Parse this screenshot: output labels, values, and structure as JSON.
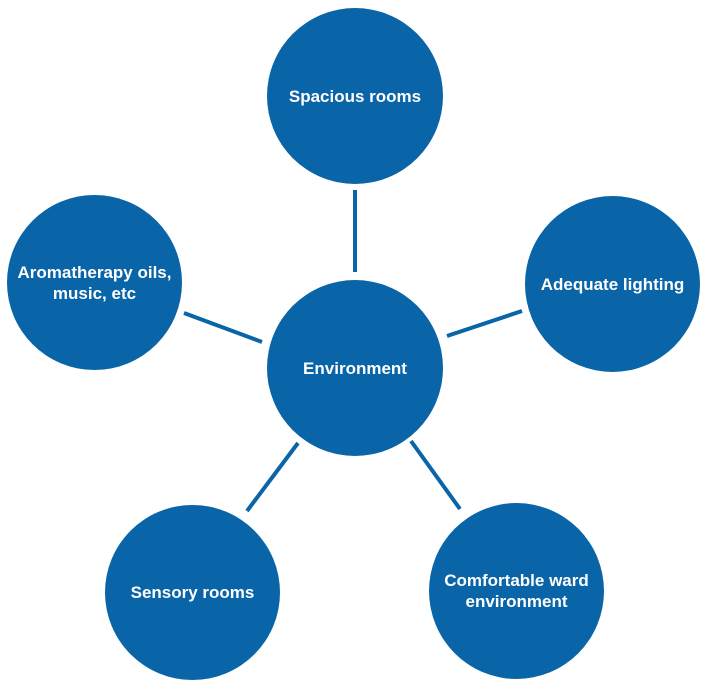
{
  "diagram": {
    "fill_color": "#0a64a8",
    "line_color": "#0a64a8",
    "text_color": "#ffffff",
    "center": {
      "label": "Environment"
    },
    "nodes": [
      {
        "label": "Spacious rooms"
      },
      {
        "label": "Adequate lighting"
      },
      {
        "label": "Comfortable ward\nenvironment"
      },
      {
        "label": "Sensory rooms"
      },
      {
        "label": "Aromatherapy oils,\nmusic, etc"
      }
    ]
  }
}
